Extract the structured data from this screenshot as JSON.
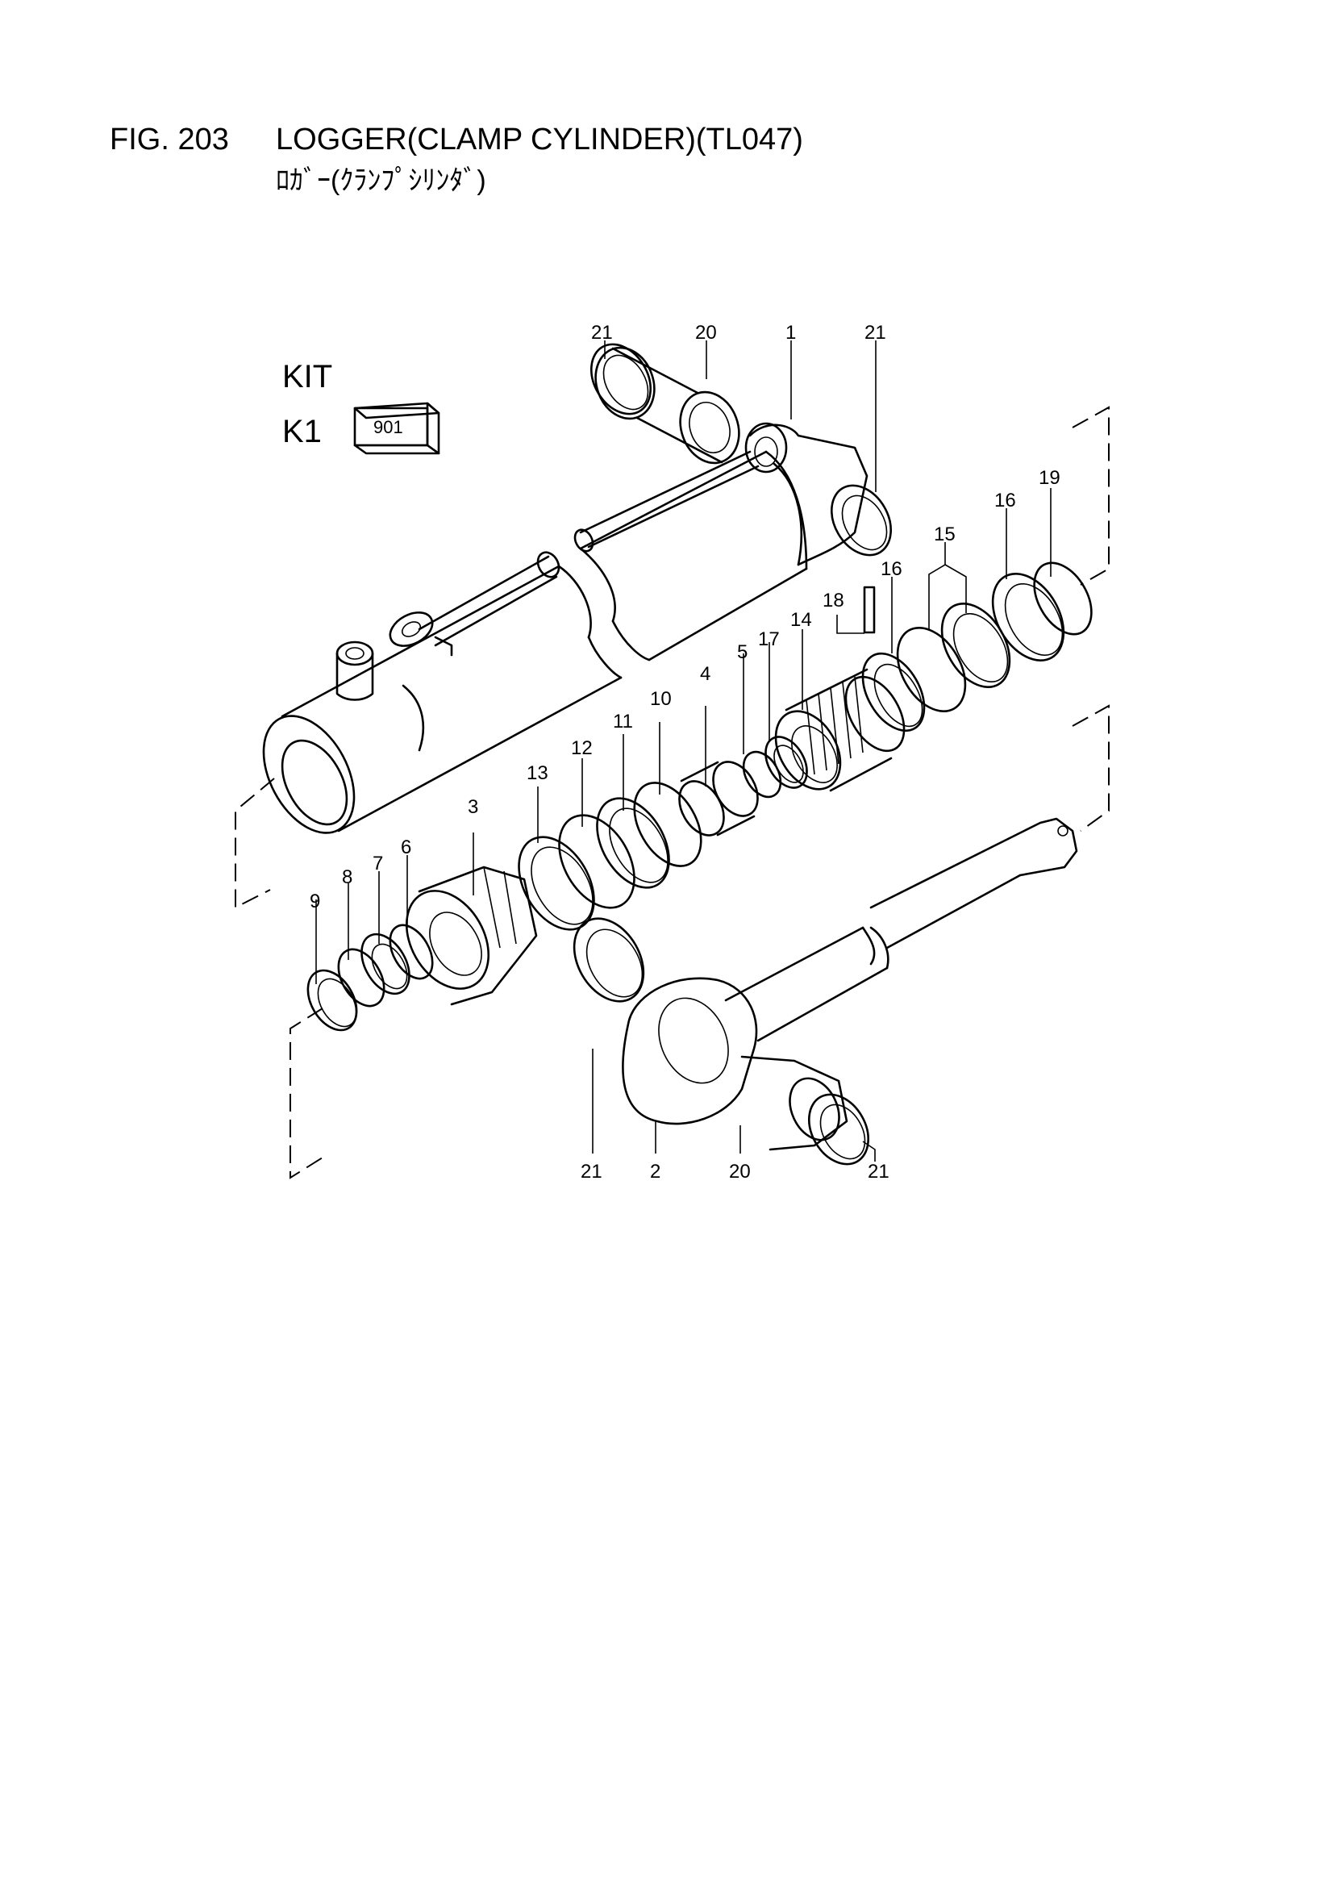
{
  "header": {
    "fig_number": "FIG. 203",
    "title": "LOGGER(CLAMP CYLINDER)(TL047)",
    "subtitle": "ﾛｶﾞｰ(ｸﾗﾝﾌﾟｼﾘﾝﾀﾞ)"
  },
  "kit": {
    "label": "KIT",
    "code": "K1",
    "number": "901"
  },
  "callouts": {
    "p1": "1",
    "p2": "2",
    "p3": "3",
    "p4": "4",
    "p5": "5",
    "p6": "6",
    "p7": "7",
    "p8": "8",
    "p9": "9",
    "p10": "10",
    "p11": "11",
    "p12": "12",
    "p13": "13",
    "p14": "14",
    "p15": "15",
    "p16": "16",
    "p17": "17",
    "p18": "18",
    "p19": "19",
    "p20": "20",
    "p21": "21"
  }
}
